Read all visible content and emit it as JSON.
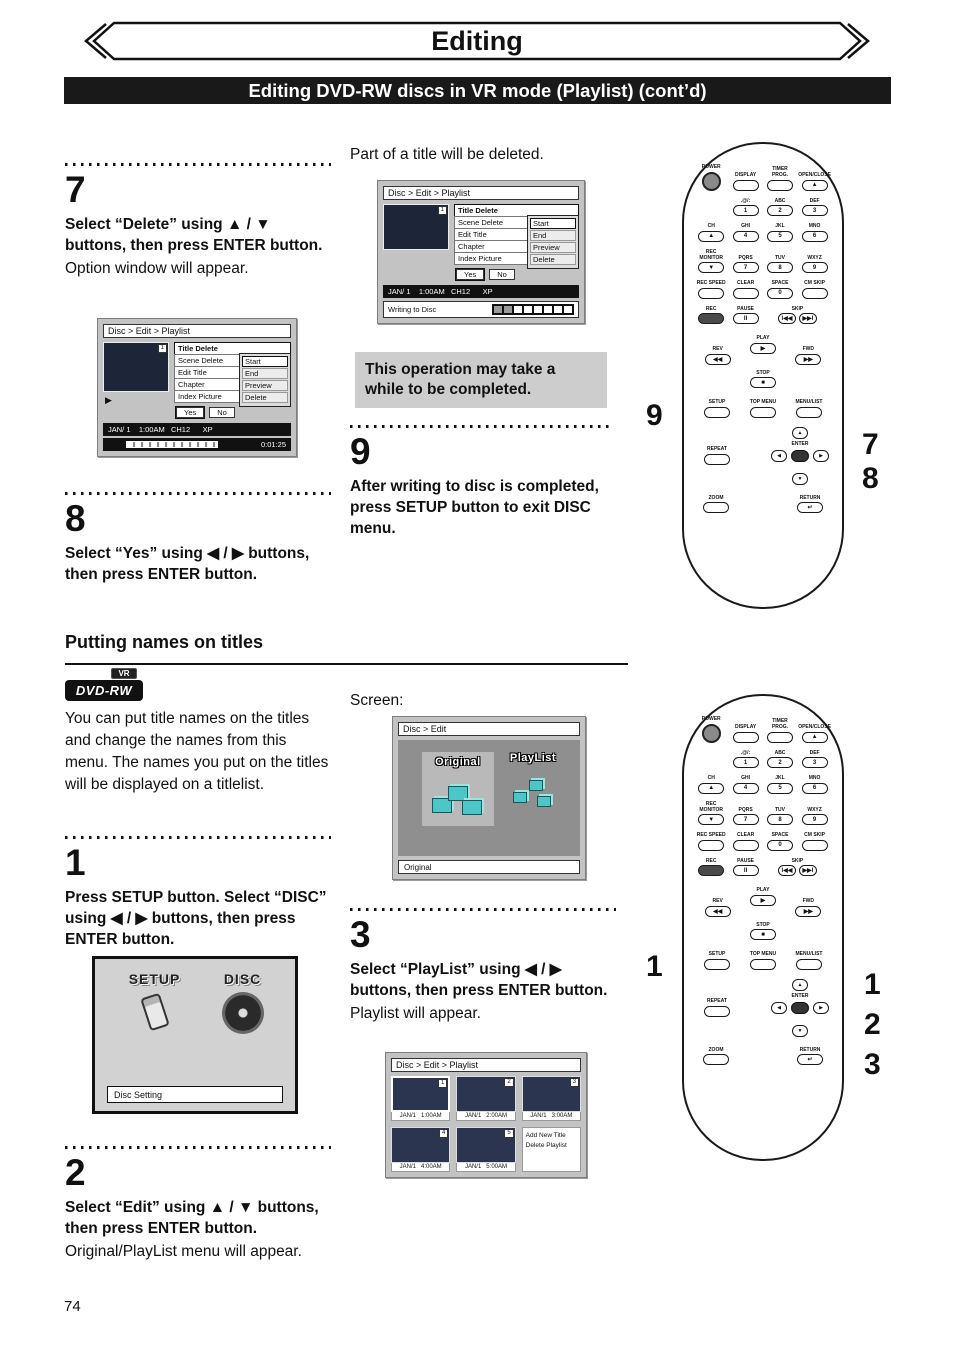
{
  "page": {
    "number": "74",
    "banner_title": "Editing",
    "section_bar": "Editing DVD-RW discs in VR mode (Playlist) (cont’d)"
  },
  "headings": {
    "putting_names": "Putting names on titles",
    "screen_label": "Screen:",
    "part_deleted": "Part of a title will be deleted.",
    "notice": "This operation may take a while to be completed."
  },
  "badge": {
    "vr": "VR",
    "dvdrw": "DVD-RW"
  },
  "intro": "You can put title names on the titles and change the names from this menu. The names you put on the titles will be displayed on a titlelist.",
  "steps": {
    "s7": {
      "num": "7",
      "bold": "Select “Delete” using ▲ / ▼ buttons, then press ENTER button.",
      "text": "Option window will appear."
    },
    "s8": {
      "num": "8",
      "bold": "Select “Yes” using ◀ / ▶ buttons, then press ENTER button."
    },
    "s9": {
      "num": "9",
      "bold": "After writing to disc is completed, press SETUP button to exit DISC menu."
    },
    "s1": {
      "num": "1",
      "bold": "Press SETUP button. Select “DISC” using ◀ / ▶ buttons, then press ENTER button."
    },
    "s2": {
      "num": "2",
      "bold": "Select “Edit” using ▲ / ▼ buttons, then press ENTER button.",
      "text": "Original/PlayList menu will appear."
    },
    "s3": {
      "num": "3",
      "bold": "Select “PlayList” using ◀ / ▶ buttons, then press ENTER button.",
      "text": "Playlist will appear."
    }
  },
  "screens": {
    "delete": {
      "breadcrumb": "Disc > Edit > Playlist",
      "badge": "1",
      "play_icon": "▶",
      "menu": [
        "Title Delete",
        "Scene Delete",
        "Edit Title",
        "Chapter",
        "Index Picture"
      ],
      "popup": [
        "Start",
        "End",
        "Preview",
        "Delete"
      ],
      "yes": "Yes",
      "no": "No",
      "info": "JAN/ 1    1:00AM   CH12      XP",
      "time": "0:01:25"
    },
    "writing": {
      "breadcrumb": "Disc > Edit > Playlist",
      "badge": "1",
      "menu": [
        "Title Delete",
        "Scene Delete",
        "Edit Title",
        "Chapter",
        "Index Picture"
      ],
      "popup": [
        "Start",
        "End",
        "Preview",
        "Delete"
      ],
      "yes": "Yes",
      "no": "No",
      "info": "JAN/ 1    1:00AM   CH12      XP",
      "writing_label": "Writing to Disc"
    },
    "edit": {
      "breadcrumb": "Disc > Edit",
      "original": "Original",
      "playlist": "PlayList",
      "caption": "Original"
    },
    "setup": {
      "setup": "SETUP",
      "disc": "DISC",
      "caption": "Disc Setting"
    },
    "playlist": {
      "breadcrumb": "Disc > Edit > Playlist",
      "items": [
        {
          "badge": "1",
          "label": "JAN/1   1:00AM"
        },
        {
          "badge": "2",
          "label": "JAN/1   2:00AM"
        },
        {
          "badge": "3",
          "label": "JAN/1   3:00AM"
        },
        {
          "badge": "4",
          "label": "JAN/1   4:00AM"
        },
        {
          "badge": "5",
          "label": "JAN/1   5:00AM"
        }
      ],
      "options": [
        "Add  New Title",
        "Delete Playlist"
      ]
    }
  },
  "remote": {
    "power": "POWER",
    "open_close": "OPEN/CLOSE",
    "display": "DISPLAY",
    "timer_prog": "TIMER PROG.",
    "ch": "CH",
    "rec_monitor": "REC MONITOR",
    "rec_speed": "REC SPEED",
    "rec": "REC",
    "clear": "CLEAR",
    "space": "SPACE",
    "cm_skip": "CM SKIP",
    "pause": "PAUSE",
    "skip": "SKIP",
    "play": "PLAY",
    "rev": "REV",
    "fwd": "FWD",
    "stop": "STOP",
    "setup": "SETUP",
    "top_menu": "TOP MENU",
    "menu_list": "MENU/LIST",
    "repeat": "REPEAT",
    "enter": "ENTER",
    "zoom": "ZOOM",
    "return": "RETURN",
    "k1": "1",
    "k2": "2",
    "k3": "3",
    "k4": "4",
    "k5": "5",
    "k6": "6",
    "k7": "7",
    "k8": "8",
    "k9": "9",
    "k0": "0",
    "a1": ".@/:",
    "a2": "ABC",
    "a3": "DEF",
    "a4": "GHI",
    "a5": "JKL",
    "a6": "MNO",
    "a7": "PQRS",
    "a8": "TUV",
    "a9": "WXYZ",
    "g_up": "▲",
    "g_down": "▼",
    "g_left": "◀",
    "g_right": "▶",
    "g_play": "▶",
    "g_rev": "◀◀",
    "g_fwd": "▶▶",
    "g_stop": "■",
    "g_pause": "II",
    "g_skip_back": "I◀◀",
    "g_skip_fwd": "▶▶I",
    "g_return": "↵",
    "g_eject": "▲"
  },
  "callouts": {
    "r1_left": "9",
    "r1_right": [
      "7",
      "8"
    ],
    "r2_left": "1",
    "r2_right": [
      "1",
      "2",
      "3"
    ]
  }
}
